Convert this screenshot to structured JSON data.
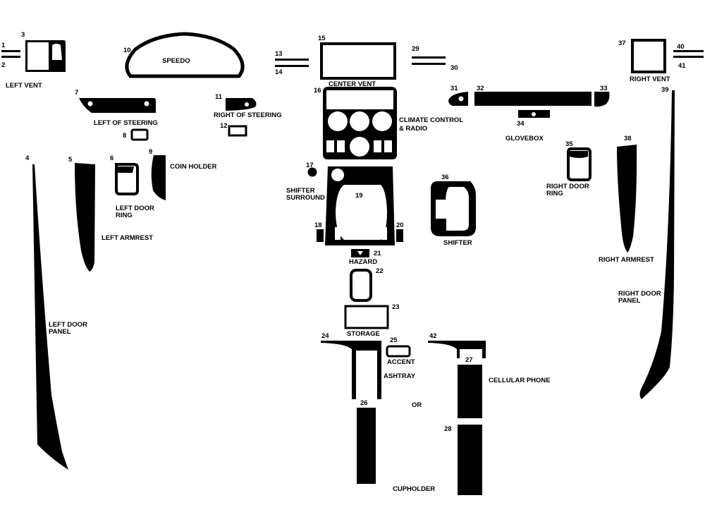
{
  "labels": {
    "left_vent": "LEFT VENT",
    "speedo": "SPEEDO",
    "center_vent": "CENTER VENT",
    "right_vent": "RIGHT VENT",
    "left_of_steering": "LEFT OF STEERING",
    "right_of_steering": "RIGHT OF STEERING",
    "climate_control_1": "CLIMATE CONTROL",
    "climate_control_2": "& RADIO",
    "glovebox": "GLOVEBOX",
    "coin_holder": "COIN HOLDER",
    "left_door_ring_1": "LEFT DOOR",
    "left_door_ring_2": "RING",
    "left_armrest": "LEFT ARMREST",
    "shifter_surround_1": "SHIFTER",
    "shifter_surround_2": "SURROUND",
    "shifter": "SHIFTER",
    "right_door_ring_1": "RIGHT DOOR",
    "right_door_ring_2": "RING",
    "right_armrest": "RIGHT ARMREST",
    "right_door_panel_1": "RIGHT DOOR",
    "right_door_panel_2": "PANEL",
    "left_door_panel_1": "LEFT DOOR",
    "left_door_panel_2": "PANEL",
    "hazard": "HAZARD",
    "storage": "STORAGE",
    "accent": "ACCENT",
    "ashtray": "ASHTRAY",
    "or": "OR",
    "cellular_phone": "CELLULAR PHONE",
    "cupholder": "CUPHOLDER"
  },
  "part_numbers": {
    "p1": "1",
    "p2": "2",
    "p3": "3",
    "p4": "4",
    "p5": "5",
    "p6": "6",
    "p7": "7",
    "p8": "8",
    "p9": "9",
    "p10": "10",
    "p11": "11",
    "p12": "12",
    "p13": "13",
    "p14": "14",
    "p15": "15",
    "p16": "16",
    "p17": "17",
    "p18": "18",
    "p19": "19",
    "p20": "20",
    "p21": "21",
    "p22": "22",
    "p23": "23",
    "p24": "24",
    "p25": "25",
    "p26": "26",
    "p27": "27",
    "p28": "28",
    "p29": "29",
    "p30": "30",
    "p31": "31",
    "p32": "32",
    "p33": "33",
    "p34": "34",
    "p35": "35",
    "p36": "36",
    "p37": "37",
    "p38": "38",
    "p39": "39",
    "p40": "40",
    "p41": "41",
    "p42": "42"
  },
  "colors": {
    "part": "#000000",
    "background": "#ffffff"
  }
}
